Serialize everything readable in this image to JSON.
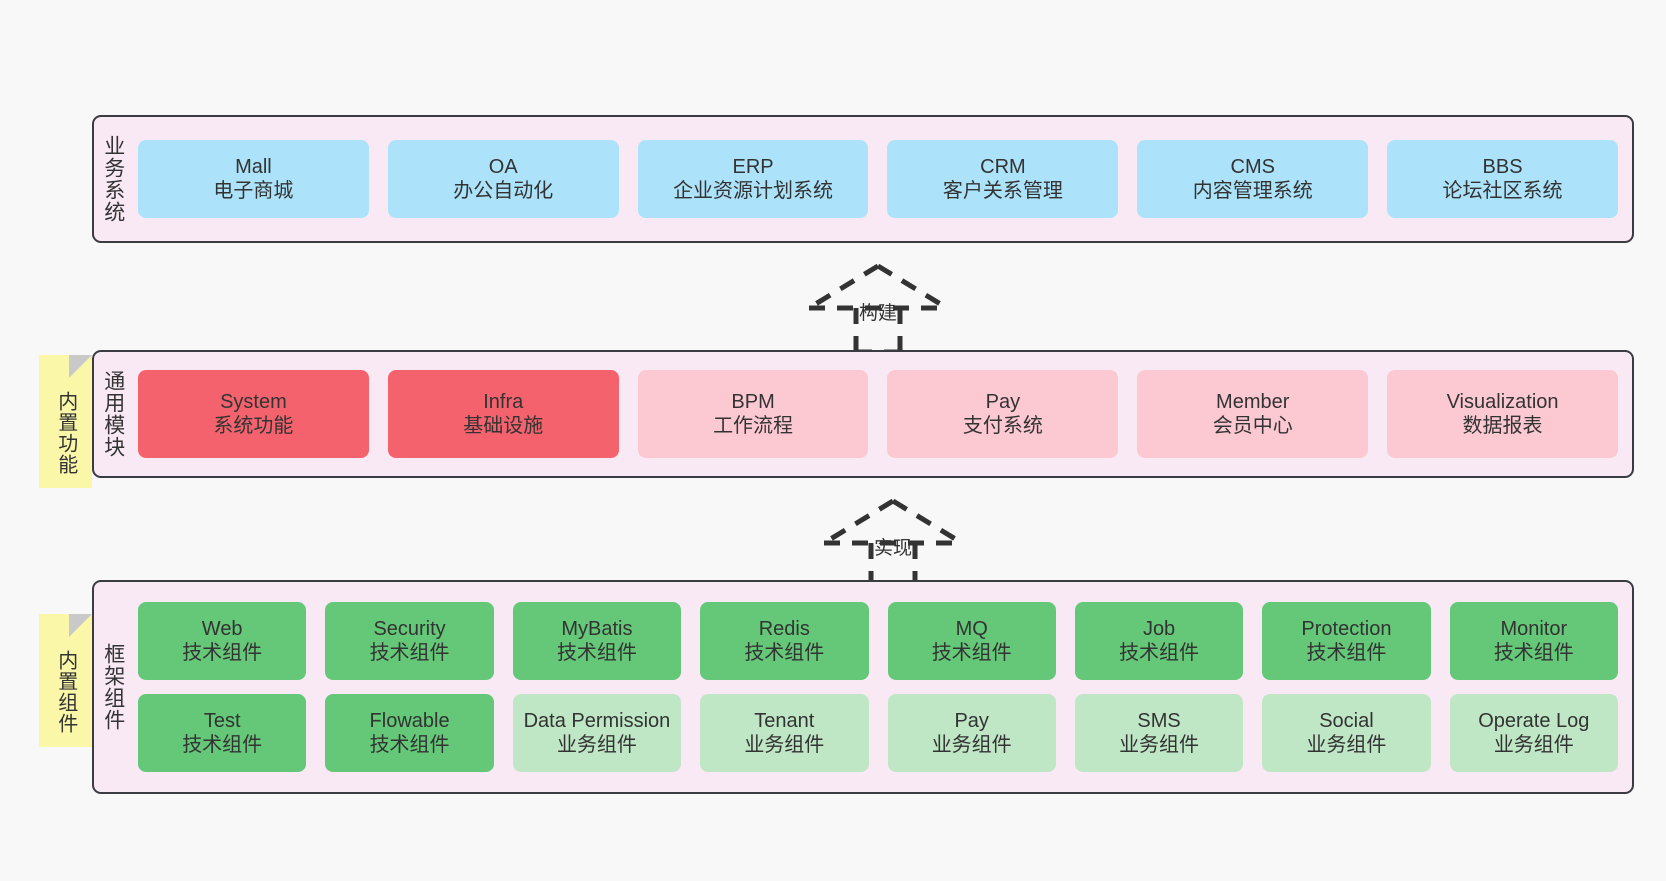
{
  "diagram": {
    "background": "#f8f8f8",
    "palette": {
      "band_fill": "#f9e9f4",
      "band_border": "#3b3b42",
      "business_system": "#ace3fa",
      "module_active": "#f4636d",
      "module_plain": "#fcc9d3",
      "tech_component": "#64c878",
      "business_component": "#bfe7c5",
      "note": "#fbf7a8",
      "text": "#333333"
    }
  },
  "layers": [
    {
      "key": "business_systems",
      "title": "业务系统",
      "rows": [
        {
          "key": "business_row",
          "cards": [
            {
              "name": "Mall",
              "sub": "电子商城",
              "style": "blue"
            },
            {
              "name": "OA",
              "sub": "办公自动化",
              "style": "blue"
            },
            {
              "name": "ERP",
              "sub": "企业资源计划系统",
              "style": "blue"
            },
            {
              "name": "CRM",
              "sub": "客户关系管理",
              "style": "blue"
            },
            {
              "name": "CMS",
              "sub": "内容管理系统",
              "style": "blue"
            },
            {
              "name": "BBS",
              "sub": "论坛社区系统",
              "style": "blue"
            }
          ]
        }
      ]
    },
    {
      "key": "common_modules",
      "title": "通用模块",
      "note": "内置功能",
      "rows": [
        {
          "key": "module_row",
          "cards": [
            {
              "name": "System",
              "sub": "系统功能",
              "style": "red"
            },
            {
              "name": "Infra",
              "sub": "基础设施",
              "style": "red"
            },
            {
              "name": "BPM",
              "sub": "工作流程",
              "style": "pink"
            },
            {
              "name": "Pay",
              "sub": "支付系统",
              "style": "pink"
            },
            {
              "name": "Member",
              "sub": "会员中心",
              "style": "pink"
            },
            {
              "name": "Visualization",
              "sub": "数据报表",
              "style": "pink"
            }
          ]
        }
      ]
    },
    {
      "key": "framework_components",
      "title": "框架组件",
      "note": "内置组件",
      "rows": [
        {
          "key": "tech_row",
          "cards": [
            {
              "name": "Web",
              "sub": "技术组件",
              "style": "green"
            },
            {
              "name": "Security",
              "sub": "技术组件",
              "style": "green"
            },
            {
              "name": "MyBatis",
              "sub": "技术组件",
              "style": "green"
            },
            {
              "name": "Redis",
              "sub": "技术组件",
              "style": "green"
            },
            {
              "name": "MQ",
              "sub": "技术组件",
              "style": "green"
            },
            {
              "name": "Job",
              "sub": "技术组件",
              "style": "green"
            },
            {
              "name": "Protection",
              "sub": "技术组件",
              "style": "green"
            },
            {
              "name": "Monitor",
              "sub": "技术组件",
              "style": "green"
            }
          ]
        },
        {
          "key": "biz_component_row",
          "cards": [
            {
              "name": "Test",
              "sub": "技术组件",
              "style": "green"
            },
            {
              "name": "Flowable",
              "sub": "技术组件",
              "style": "green"
            },
            {
              "name": "Data Permission",
              "sub": "业务组件",
              "style": "lightgreen"
            },
            {
              "name": "Tenant",
              "sub": "业务组件",
              "style": "lightgreen"
            },
            {
              "name": "Pay",
              "sub": "业务组件",
              "style": "lightgreen"
            },
            {
              "name": "SMS",
              "sub": "业务组件",
              "style": "lightgreen"
            },
            {
              "name": "Social",
              "sub": "业务组件",
              "style": "lightgreen"
            },
            {
              "name": "Operate Log",
              "sub": "业务组件",
              "style": "lightgreen"
            }
          ]
        }
      ]
    }
  ],
  "connectors": [
    {
      "key": "build",
      "label": "构建"
    },
    {
      "key": "implement",
      "label": "实现"
    }
  ]
}
